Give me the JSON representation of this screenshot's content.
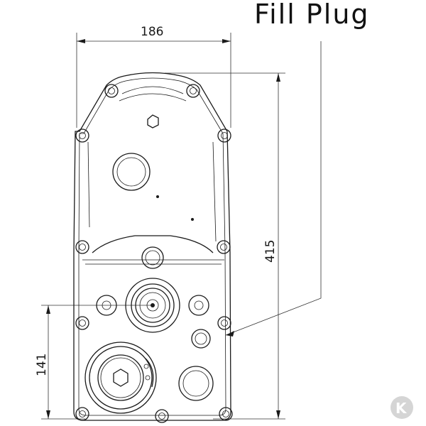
{
  "callout": {
    "label": "Fill Plug"
  },
  "dimensions": {
    "width": "186",
    "height_total": "415",
    "height_partial": "141"
  },
  "logo": {
    "letter": "K"
  }
}
